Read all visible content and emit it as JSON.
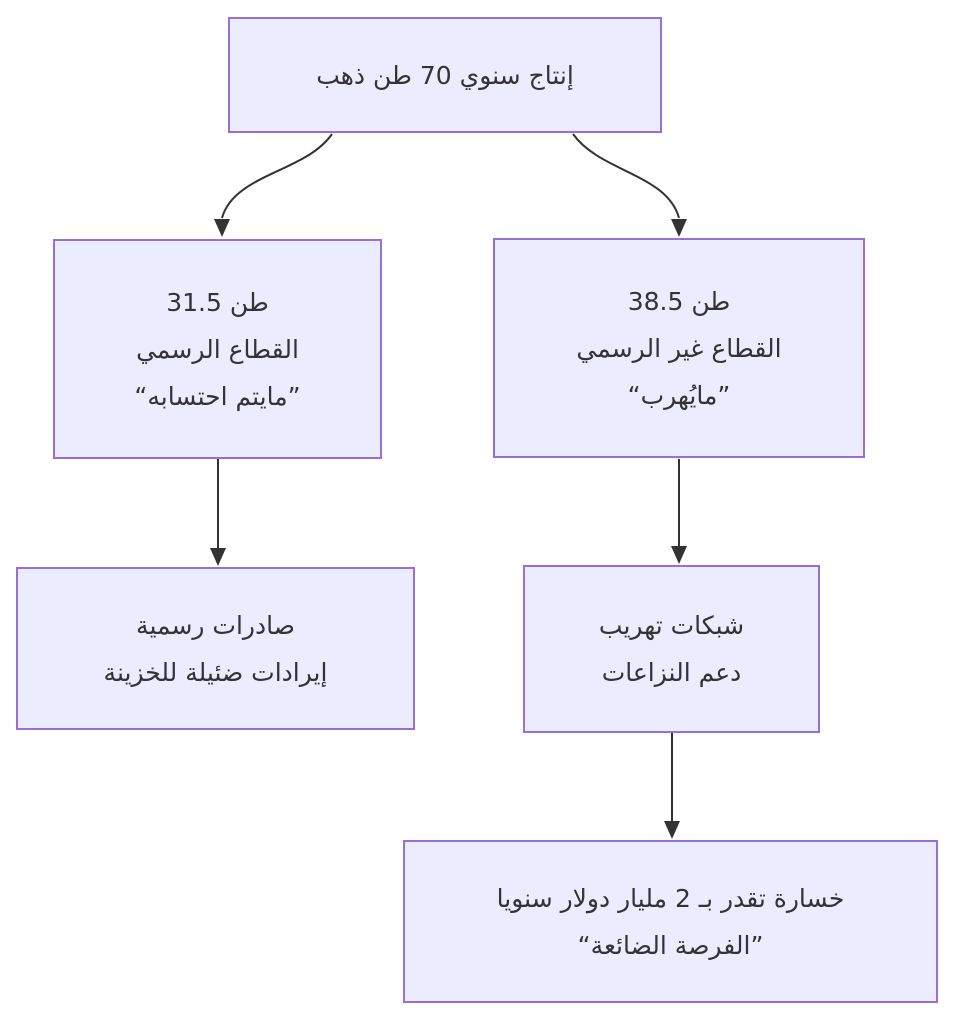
{
  "diagram": {
    "type": "flowchart",
    "background_color": "#ffffff",
    "node_fill_color": "#ECECFF",
    "node_border_color": "#9370DB",
    "edge_color": "#333333",
    "text_color": "#333333",
    "nodes": [
      {
        "id": "annual-production",
        "lines": [
          "إنتاج سنوي 70 طن ذهب"
        ]
      },
      {
        "id": "official-sector",
        "lines": [
          "31.5 طن",
          "القطاع الرسمي",
          "“مايتم احتسابه”"
        ]
      },
      {
        "id": "informal-sector",
        "lines": [
          "38.5 طن",
          "القطاع غير الرسمي",
          "“مايُهرب”"
        ]
      },
      {
        "id": "official-exports",
        "lines": [
          "صادرات رسمية",
          "إيرادات ضئيلة للخزينة"
        ]
      },
      {
        "id": "smuggling-networks",
        "lines": [
          "شبكات تهريب",
          "دعم النزاعات"
        ]
      },
      {
        "id": "estimated-loss",
        "lines": [
          "خسارة تقدر بـ 2 مليار دولار سنويا",
          "“الفرصة الضائعة”"
        ]
      }
    ],
    "edges": [
      {
        "from": "annual-production",
        "to": "official-sector"
      },
      {
        "from": "annual-production",
        "to": "informal-sector"
      },
      {
        "from": "official-sector",
        "to": "official-exports"
      },
      {
        "from": "informal-sector",
        "to": "smuggling-networks"
      },
      {
        "from": "smuggling-networks",
        "to": "estimated-loss"
      }
    ]
  }
}
